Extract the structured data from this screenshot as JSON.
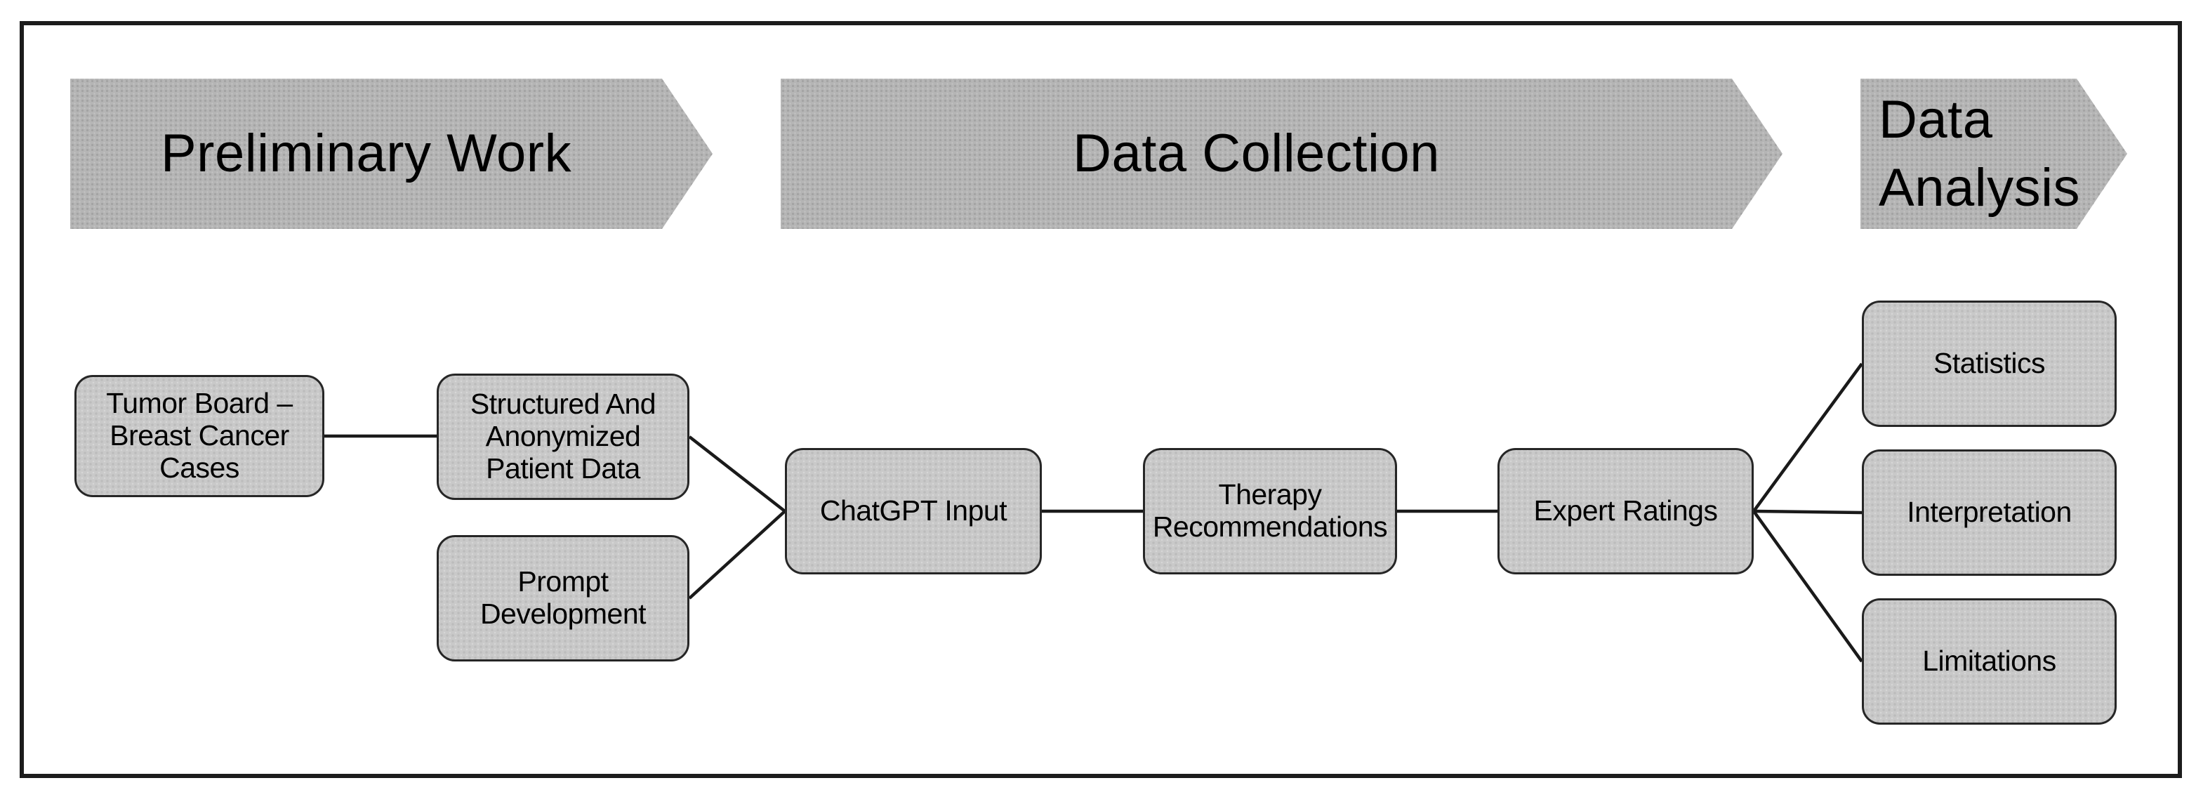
{
  "colors": {
    "background": "#ffffff",
    "frame_border": "#1c1c1c",
    "arrow_fill": "#b5b5b5",
    "arrow_dot": "#a3a3a3",
    "arrow_dot2": "#c3c3c3",
    "box_fill": "#c9c9c9",
    "box_dot": "#bcbcbc",
    "box_dot2": "#d6d6d6",
    "box_border": "#262626",
    "connector": "#1a1a1a",
    "text": "#000000"
  },
  "phases": {
    "preliminary": {
      "label": "Preliminary Work"
    },
    "collection": {
      "label": "Data Collection"
    },
    "analysis": {
      "label": "Data\nAnalysis"
    }
  },
  "nodes": {
    "tumor_board": {
      "label": "Tumor Board –\nBreast Cancer\nCases"
    },
    "structured_data": {
      "label": "Structured And\nAnonymized\nPatient Data"
    },
    "prompt_development": {
      "label": "Prompt\nDevelopment"
    },
    "chatgpt_input": {
      "label": "ChatGPT Input"
    },
    "therapy_recommendations": {
      "label": "Therapy\nRecommendations"
    },
    "expert_ratings": {
      "label": "Expert Ratings"
    },
    "statistics": {
      "label": "Statistics"
    },
    "interpretation": {
      "label": "Interpretation"
    },
    "limitations": {
      "label": "Limitations"
    }
  },
  "edges": [
    {
      "from": "tumor_board",
      "to": "structured_data"
    },
    {
      "from": "structured_data",
      "to": "chatgpt_input"
    },
    {
      "from": "prompt_development",
      "to": "chatgpt_input"
    },
    {
      "from": "chatgpt_input",
      "to": "therapy_recommendations"
    },
    {
      "from": "therapy_recommendations",
      "to": "expert_ratings"
    },
    {
      "from": "expert_ratings",
      "to": "statistics"
    },
    {
      "from": "expert_ratings",
      "to": "interpretation"
    },
    {
      "from": "expert_ratings",
      "to": "limitations"
    }
  ]
}
